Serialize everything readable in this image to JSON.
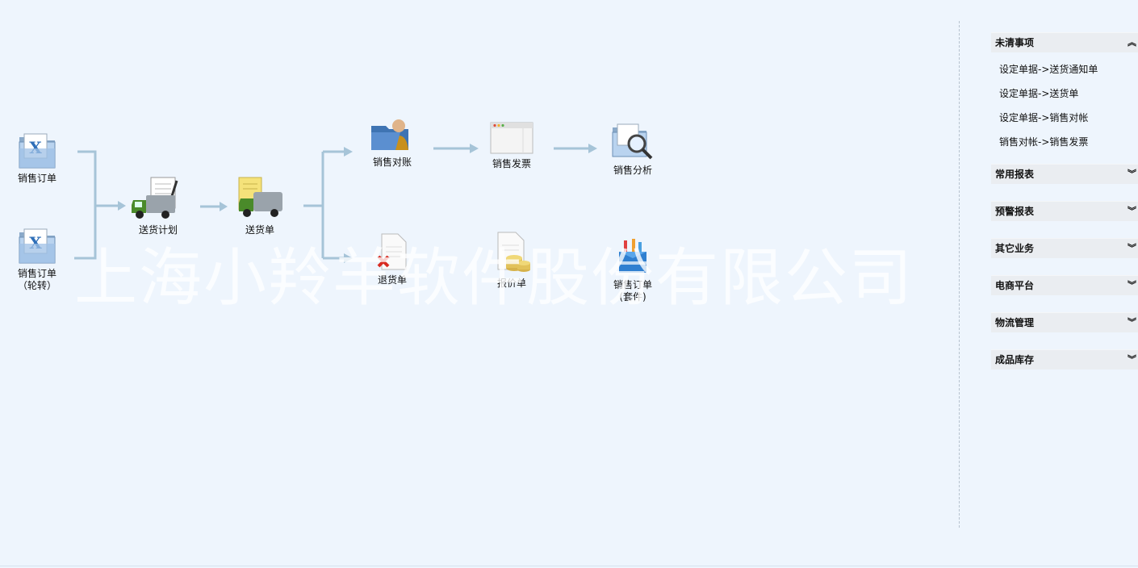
{
  "flow": {
    "nodes": {
      "sales_order": "销售订单",
      "sales_order_rotate_1": "销售订单",
      "sales_order_rotate_2": "（轮转）",
      "delivery_plan": "送货计划",
      "delivery_note": "送货单",
      "sales_reconcile": "销售对账",
      "sales_invoice": "销售发票",
      "sales_analysis": "销售分析",
      "return_note": "退货单",
      "quotation": "报价单",
      "sales_order_set_1": "销售订单",
      "sales_order_set_2": "(套件)"
    },
    "watermark": "上海小羚羊软件股份有限公司",
    "arrow_color": "#a6c4d8"
  },
  "sidebar": {
    "sections": [
      {
        "title": "未清事项",
        "expanded": true,
        "chevron": "chevron-double-up-icon",
        "items": [
          "设定单据->送货通知单",
          "设定单据->送货单",
          "设定单据->销售对帐",
          "销售对帐->销售发票"
        ]
      },
      {
        "title": "常用报表",
        "expanded": false,
        "chevron": "chevron-double-down-icon"
      },
      {
        "title": "预警报表",
        "expanded": false,
        "chevron": "chevron-double-down-icon"
      },
      {
        "title": "其它业务",
        "expanded": false,
        "chevron": "chevron-double-down-icon"
      },
      {
        "title": "电商平台",
        "expanded": false,
        "chevron": "chevron-double-down-icon"
      },
      {
        "title": "物流管理",
        "expanded": false,
        "chevron": "chevron-double-down-icon"
      },
      {
        "title": "成品库存",
        "expanded": false,
        "chevron": "chevron-double-down-icon"
      }
    ]
  }
}
